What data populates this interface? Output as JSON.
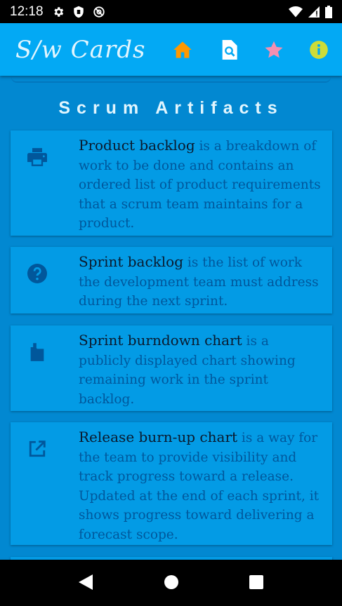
{
  "status_bar": {
    "time": "12:18",
    "left_icons": [
      "gear-icon",
      "shield-icon",
      "at-sign-icon"
    ],
    "right_icons": [
      "wifi-icon",
      "signal-icon",
      "battery-icon"
    ]
  },
  "app_bar": {
    "title": "S/w Cards",
    "background": "#03A9F4",
    "actions": [
      {
        "name": "home-icon",
        "color": "#FF9800"
      },
      {
        "name": "search-document-icon",
        "color": "#FFFFFF"
      },
      {
        "name": "star-icon",
        "color": "#F48FB1"
      },
      {
        "name": "info-icon",
        "color": "#CDDC39"
      }
    ]
  },
  "content": {
    "background": "#0288D1",
    "section_title": "Scrum Artifacts",
    "cards": [
      {
        "icon": "printer-icon",
        "term": "Product backlog",
        "description": " is a breakdown of work to be done and contains an ordered list of product requirements that a scrum team maintains for a product."
      },
      {
        "icon": "help-circle-icon",
        "term": "Sprint backlog",
        "description": "  is the list of work the development team must address during the next sprint."
      },
      {
        "icon": "folder-icon",
        "term": "Sprint burndown chart",
        "description": " is a publicly displayed chart showing remaining work in the sprint backlog."
      },
      {
        "icon": "open-in-new-icon",
        "term": "Release burn-up chart",
        "description": " is a way for the team to provide visibility and track progress toward a release. Updated at the end of each sprint, it shows progress toward delivering a forecast scope."
      }
    ]
  },
  "nav_bar": {
    "buttons": [
      "back-icon",
      "home-circle-icon",
      "recents-icon"
    ]
  }
}
